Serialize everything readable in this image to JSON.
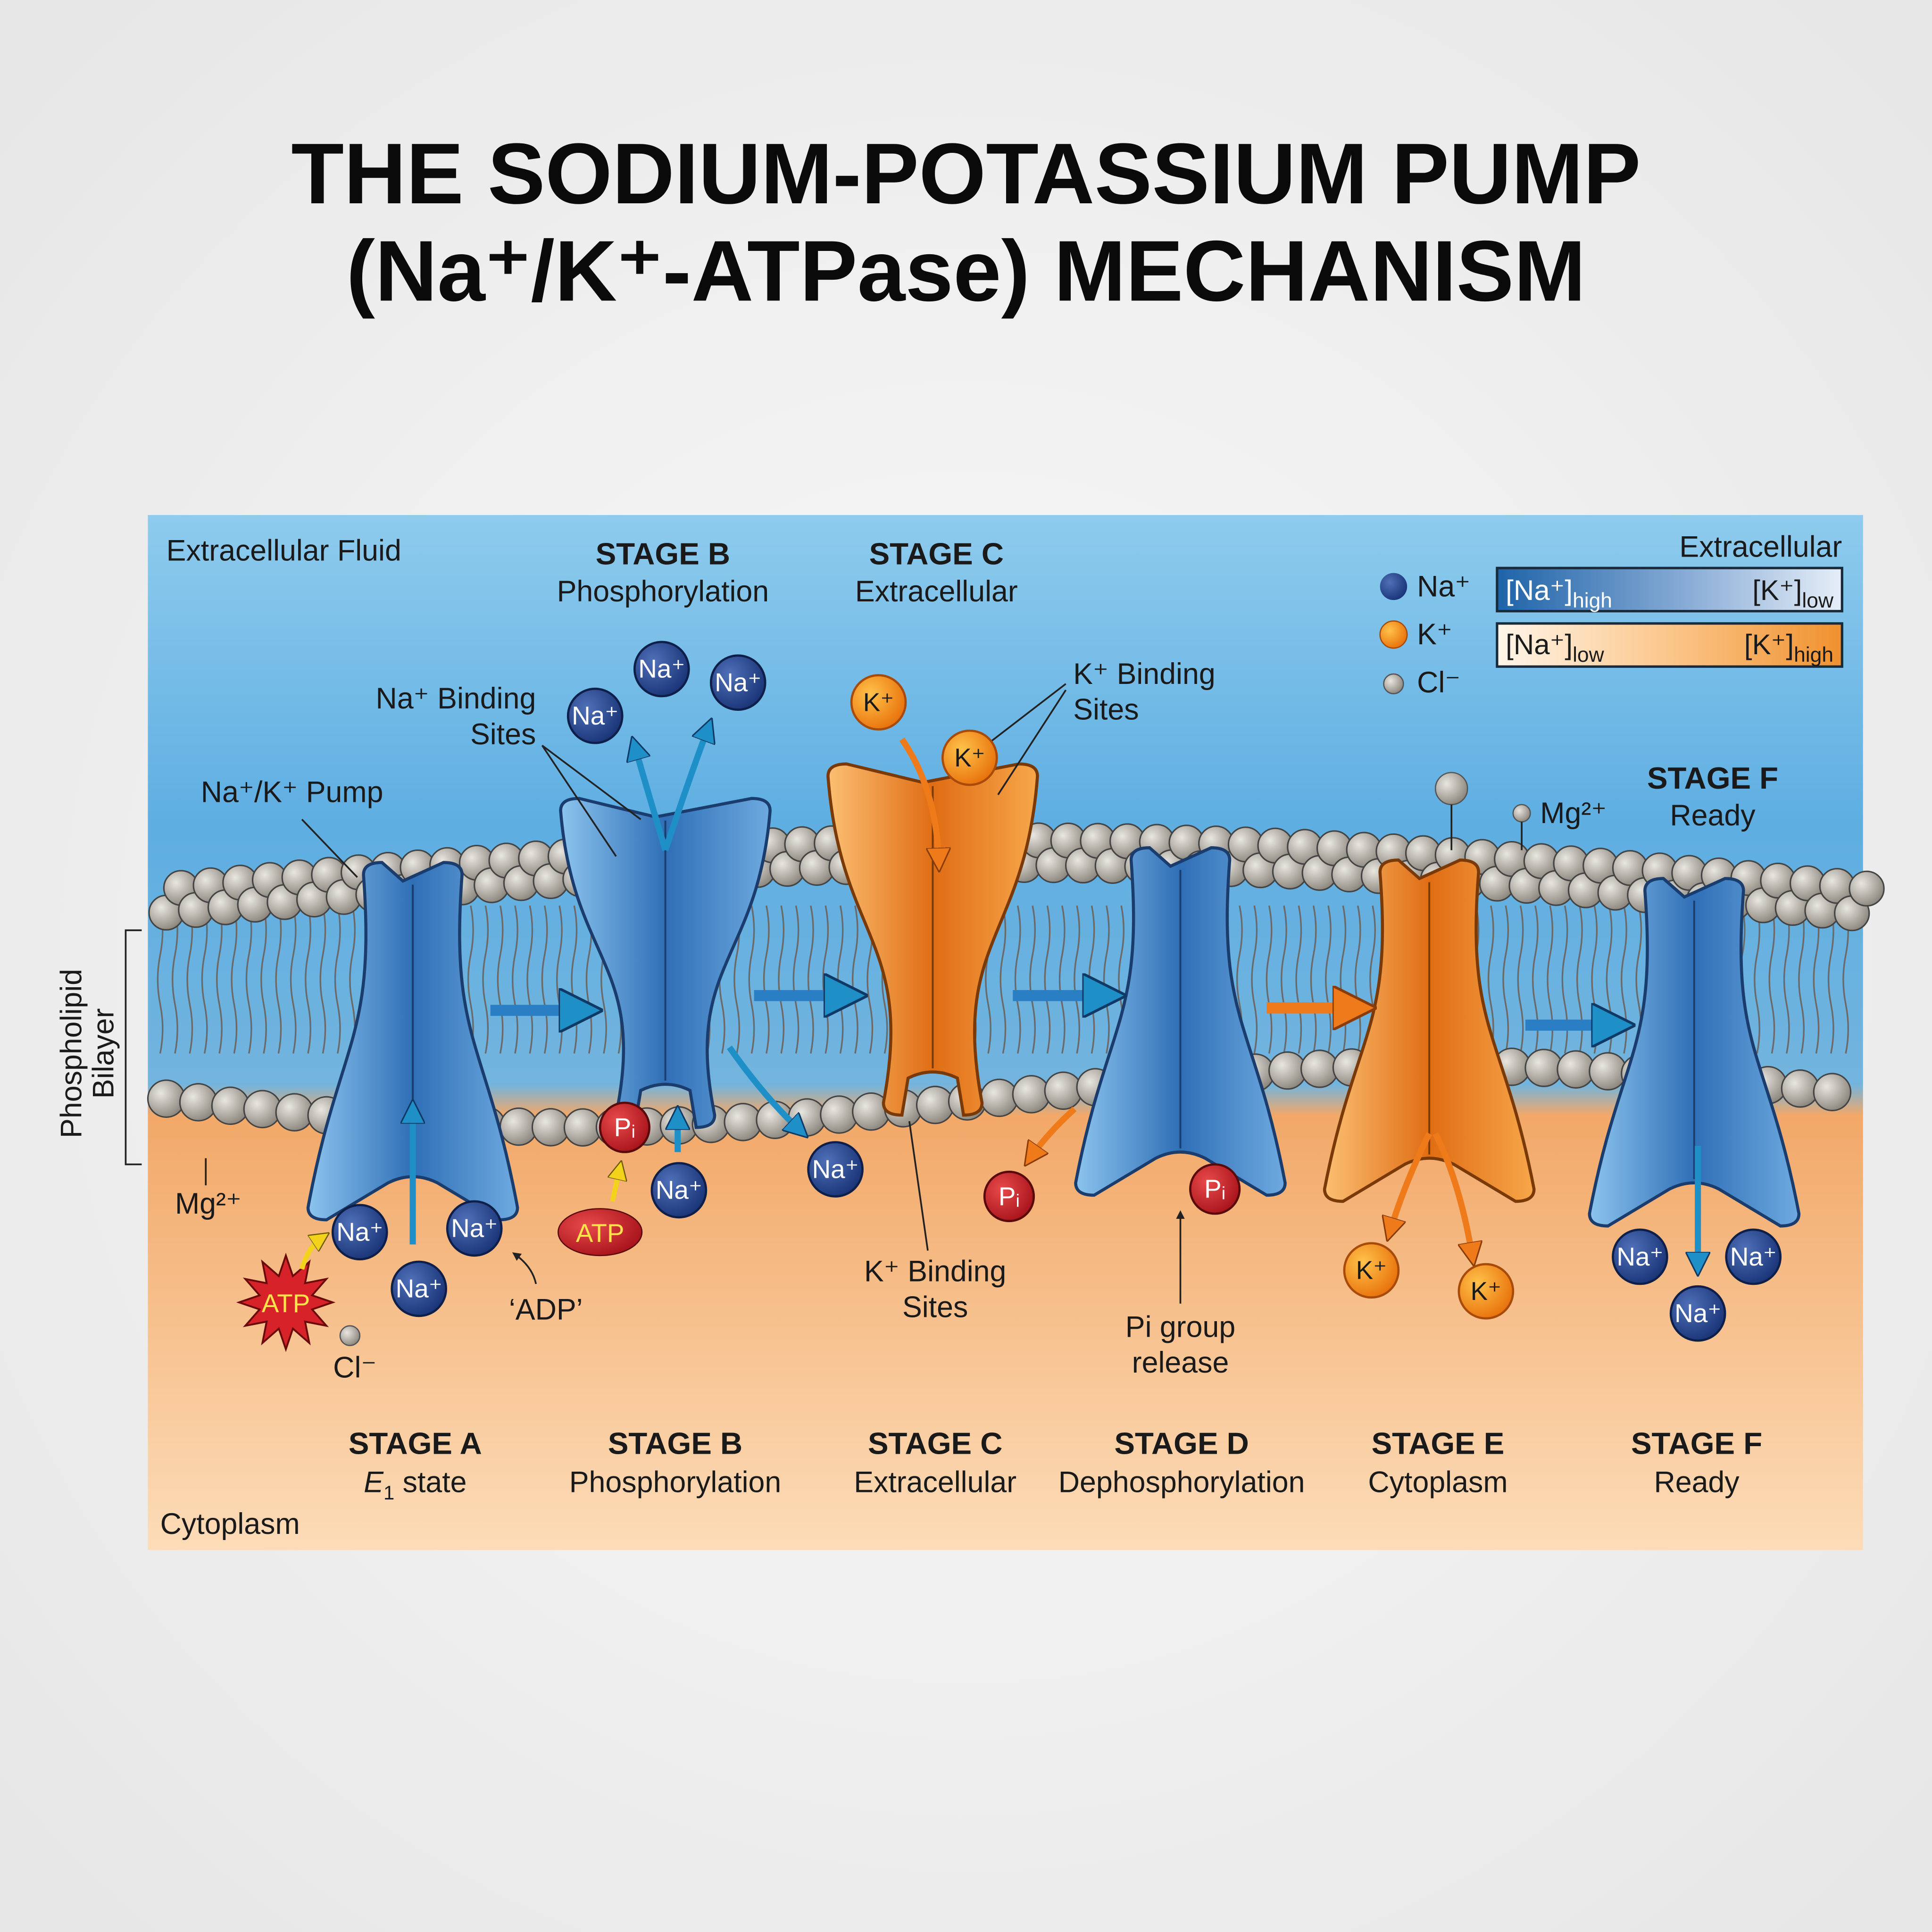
{
  "title": {
    "line1": "THE SODIUM-POTASSIUM PUMP",
    "line2": "(Na⁺/K⁺-ATPase) MECHANISM"
  },
  "regions": {
    "extracellular_fluid": "Extracellular Fluid",
    "cytoplasm": "Cytoplasm",
    "bilayer_line1": "Phospholipid",
    "bilayer_line2": "Bilayer"
  },
  "top_stages": [
    {
      "name": "STAGE B",
      "desc": "Phosphorylation"
    },
    {
      "name": "STAGE C",
      "desc": "Extracellular"
    },
    {
      "name": "STAGE F",
      "desc": "Ready"
    }
  ],
  "stages": [
    {
      "name": "STAGE A",
      "desc_main": "E",
      "desc_sub": "1",
      "desc_rest": " state"
    },
    {
      "name": "STAGE B",
      "desc": "Phosphorylation"
    },
    {
      "name": "STAGE C",
      "desc": "Extracellular"
    },
    {
      "name": "STAGE D",
      "desc": "Dephosphorylation"
    },
    {
      "name": "STAGE E",
      "desc": "Cytoplasm"
    },
    {
      "name": "STAGE F",
      "desc": "Ready"
    }
  ],
  "annotations": {
    "na_binding_1": "Na⁺ Binding",
    "na_binding_2": "Sites",
    "pump": "Na⁺/K⁺ Pump",
    "k_binding_top_1": "K⁺ Binding",
    "k_binding_top_2": "Sites",
    "k_binding_bottom_1": "K⁺ Binding",
    "k_binding_bottom_2": "Sites",
    "mg_left": "Mg²⁺",
    "mg_right": "Mg²⁺",
    "adp": "‘ADP’",
    "cl": "Cl⁻",
    "pi_release_1": "Pi group",
    "pi_release_2": "release"
  },
  "ions": {
    "na": "Na⁺",
    "k": "K⁺",
    "pi": "Pᵢ",
    "atp": "ATP"
  },
  "legend": {
    "title": "Extracellular",
    "items": [
      {
        "label": "Na⁺",
        "color": "#1f3f86"
      },
      {
        "label": "K⁺",
        "color": "#f2961e"
      },
      {
        "label": "Cl⁻",
        "color": "#b9b9b9"
      }
    ],
    "bar_extracellular": {
      "left": "[Na⁺]",
      "left_sub": "high",
      "right": "[K⁺]",
      "right_sub": "low"
    },
    "bar_cytoplasm": {
      "left": "[Na⁺]",
      "left_sub": "low",
      "right": "[K⁺]",
      "right_sub": "high"
    }
  },
  "colors": {
    "pump_blue": "#4f8fd0",
    "pump_orange": "#f0902c",
    "extracellular": "#6bb8e6",
    "cytoplasm": "#f8c48e",
    "phosphate": "#c8202a"
  }
}
